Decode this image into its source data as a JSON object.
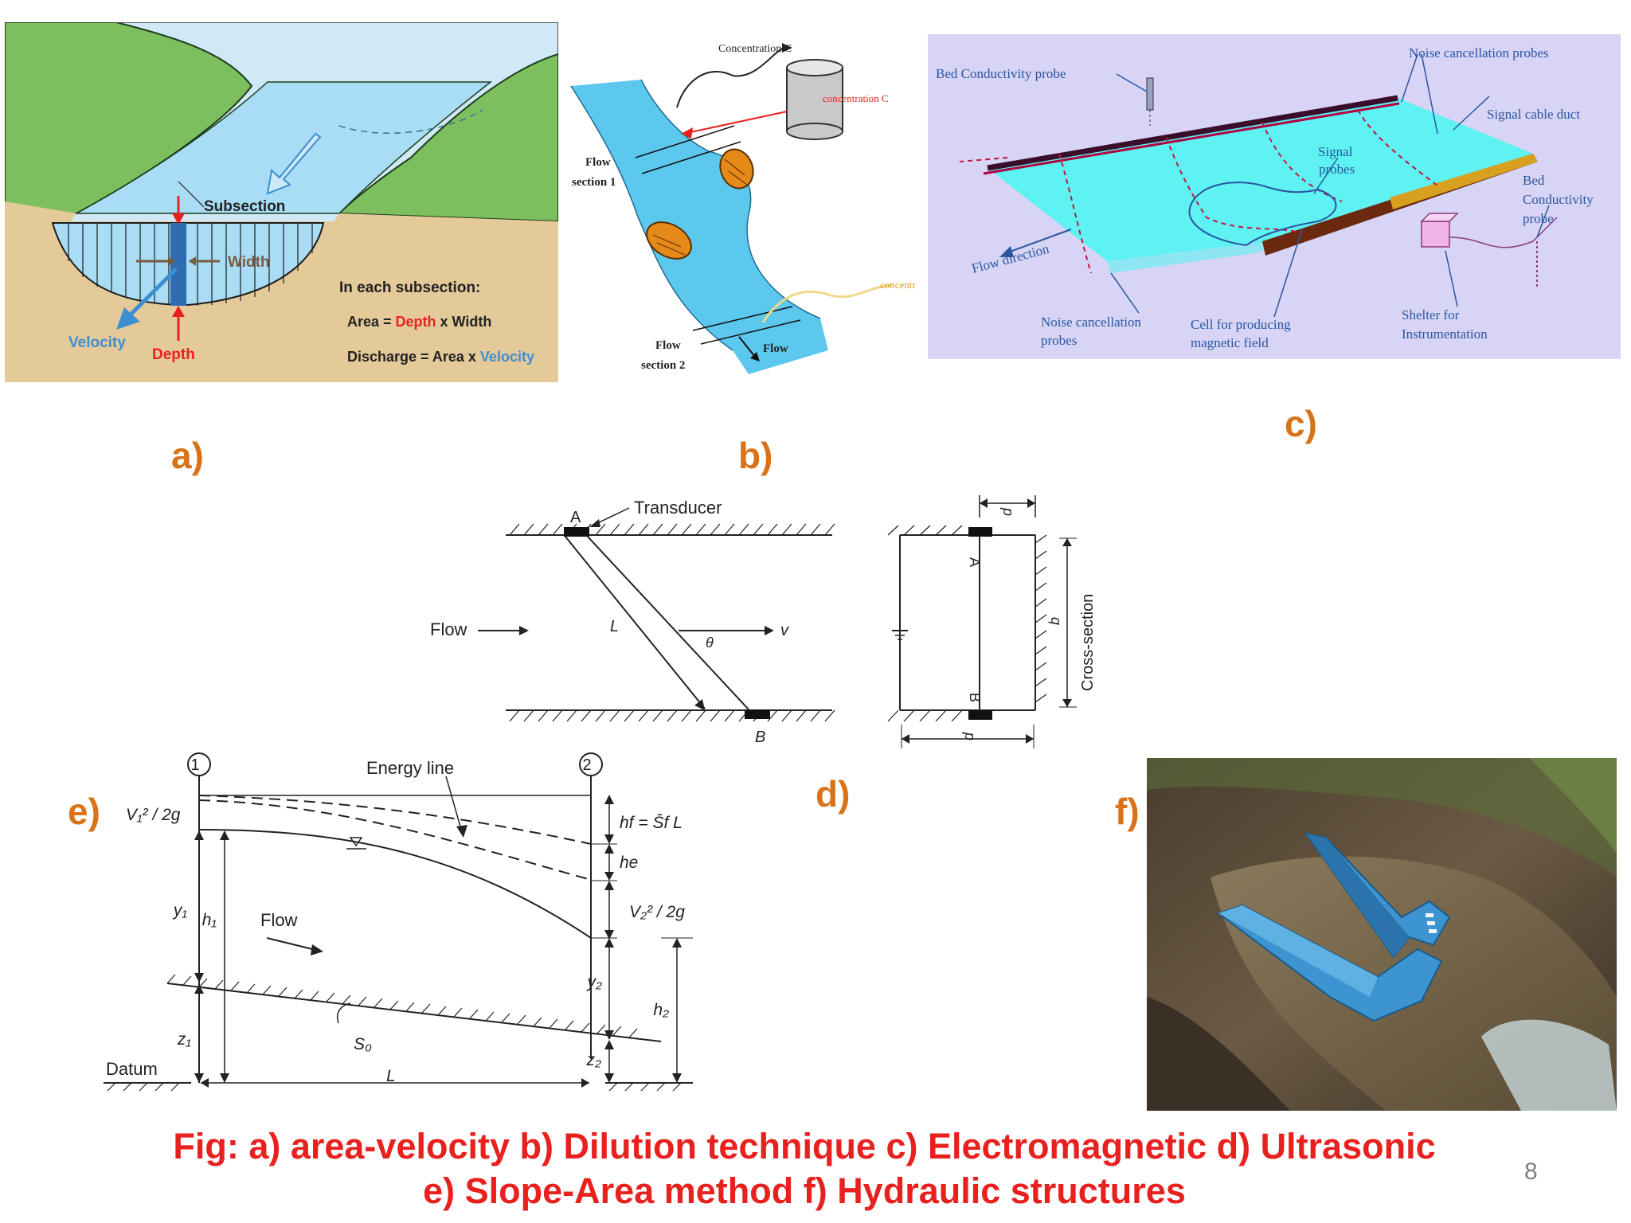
{
  "labels": {
    "a": "a)",
    "b": "b)",
    "c": "c)",
    "d": "d)",
    "e": "e)",
    "f": "f)"
  },
  "panel_a": {
    "subsection": "Subsection",
    "width": "Width",
    "velocity": "Velocity",
    "depth": "Depth",
    "each": "In each subsection:",
    "area_prefix": "Area = ",
    "area_depth": "Depth",
    "area_suffix": " x Width",
    "discharge_prefix": "Discharge = Area x ",
    "discharge_velocity": "Velocity",
    "colors": {
      "sky": "#CFE9F7",
      "hill": "#7DBF5E",
      "ground": "#E4C999",
      "water": "#A9DDF5",
      "red": "#E8211F",
      "blue": "#3D8FD1"
    }
  },
  "panel_b": {
    "conc_top": "Concentration C",
    "conc_mid": "concentration C",
    "conc_right": "concentr",
    "flow_s1_a": "Flow",
    "flow_s1_b": "section 1",
    "flow_s2_a": "Flow",
    "flow_s2_b": "section 2",
    "flow": "Flow"
  },
  "panel_c": {
    "bed_probe_left": "Bed Conductivity probe",
    "noise_top": "Noise cancellation probes",
    "signal_duct": "Signal cable duct",
    "signal_a": "Signal",
    "signal_b": "probes",
    "bed_right_a": "Bed",
    "bed_right_b": "Conductivity",
    "bed_right_c": "probe",
    "flow_dir": "Flow direction",
    "noise_bot_a": "Noise cancellation",
    "noise_bot_b": "probes",
    "cell_a": "Cell for producing",
    "cell_b": "magnetic field",
    "shelter_a": "Shelter for",
    "shelter_b": "Instrumentation",
    "colors": {
      "bg": "#D7D4F5",
      "surface": "#5EF2F2"
    }
  },
  "panel_d": {
    "transducer": "Transducer",
    "A": "A",
    "B": "B",
    "flow": "Flow",
    "L": "L",
    "theta": "θ",
    "v": "v",
    "b": "b",
    "cross": "Cross-section",
    "p": "p",
    "A2": "A",
    "B2": "B"
  },
  "panel_e": {
    "n1": "1",
    "n2": "2",
    "energy": "Energy line",
    "v1": "V₁² / 2g",
    "hf": "hf = S̄f L",
    "he": "he",
    "v2": "V₂² / 2g",
    "y1": "y₁",
    "h1": "h₁",
    "flow": "Flow",
    "y2": "y₂",
    "h2": "h₂",
    "z1": "z₁",
    "z2": "z₂",
    "s0": "S₀",
    "datum": "Datum",
    "L": "L"
  },
  "caption": {
    "line1": "Fig: a) area-velocity b) Dilution technique c) Electromagnetic d) Ultrasonic",
    "line2": "e) Slope-Area method f) Hydraulic structures"
  },
  "page_number": "8"
}
